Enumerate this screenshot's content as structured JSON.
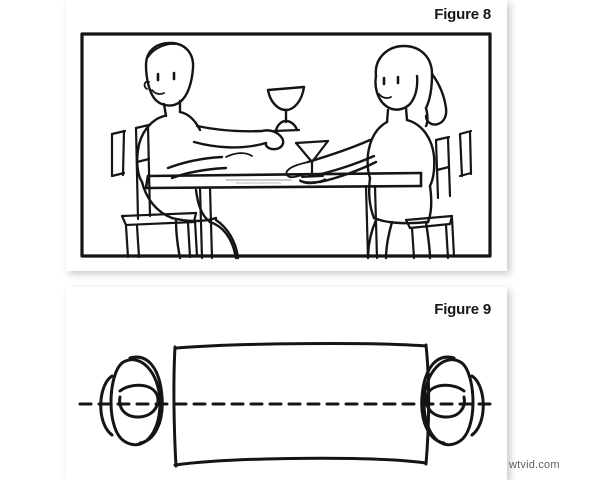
{
  "page": {
    "background_color": "#ffffff",
    "watermark": "wtvid.com"
  },
  "figures": [
    {
      "id": "figure-8",
      "caption": "Figure 8",
      "framed": true,
      "description": "Side view line drawing of two people seated at a dining table facing each other",
      "elements": {
        "left_person": "man raising a coupe cocktail glass in his right hand, seated on a slat-back chair",
        "right_person": "woman with long hair, hands resting on the table top, seated on a slat-back chair",
        "table": "rectangular dining table seen from the side with two legs",
        "glass_raised": "coupe-glass-icon",
        "glass_on_table": "martini-glass-icon"
      }
    },
    {
      "id": "figure-9",
      "caption": "Figure 9",
      "framed": false,
      "description": "Top-down schematic of the same table with two heads facing each other across a dashed sight line",
      "elements": {
        "table": "hand drawn rectangle representing the table from above",
        "sight_line": "horizontal dashed line running through both heads across the table",
        "left_head": "overhead view of a head with shoulders at the left end of the table",
        "right_head": "overhead view of a head with shoulders at the right end of the table"
      }
    }
  ],
  "colors": {
    "ink": "#131517",
    "caption": "#16181a",
    "watermark": "#5d6165",
    "card": "#ffffff"
  }
}
